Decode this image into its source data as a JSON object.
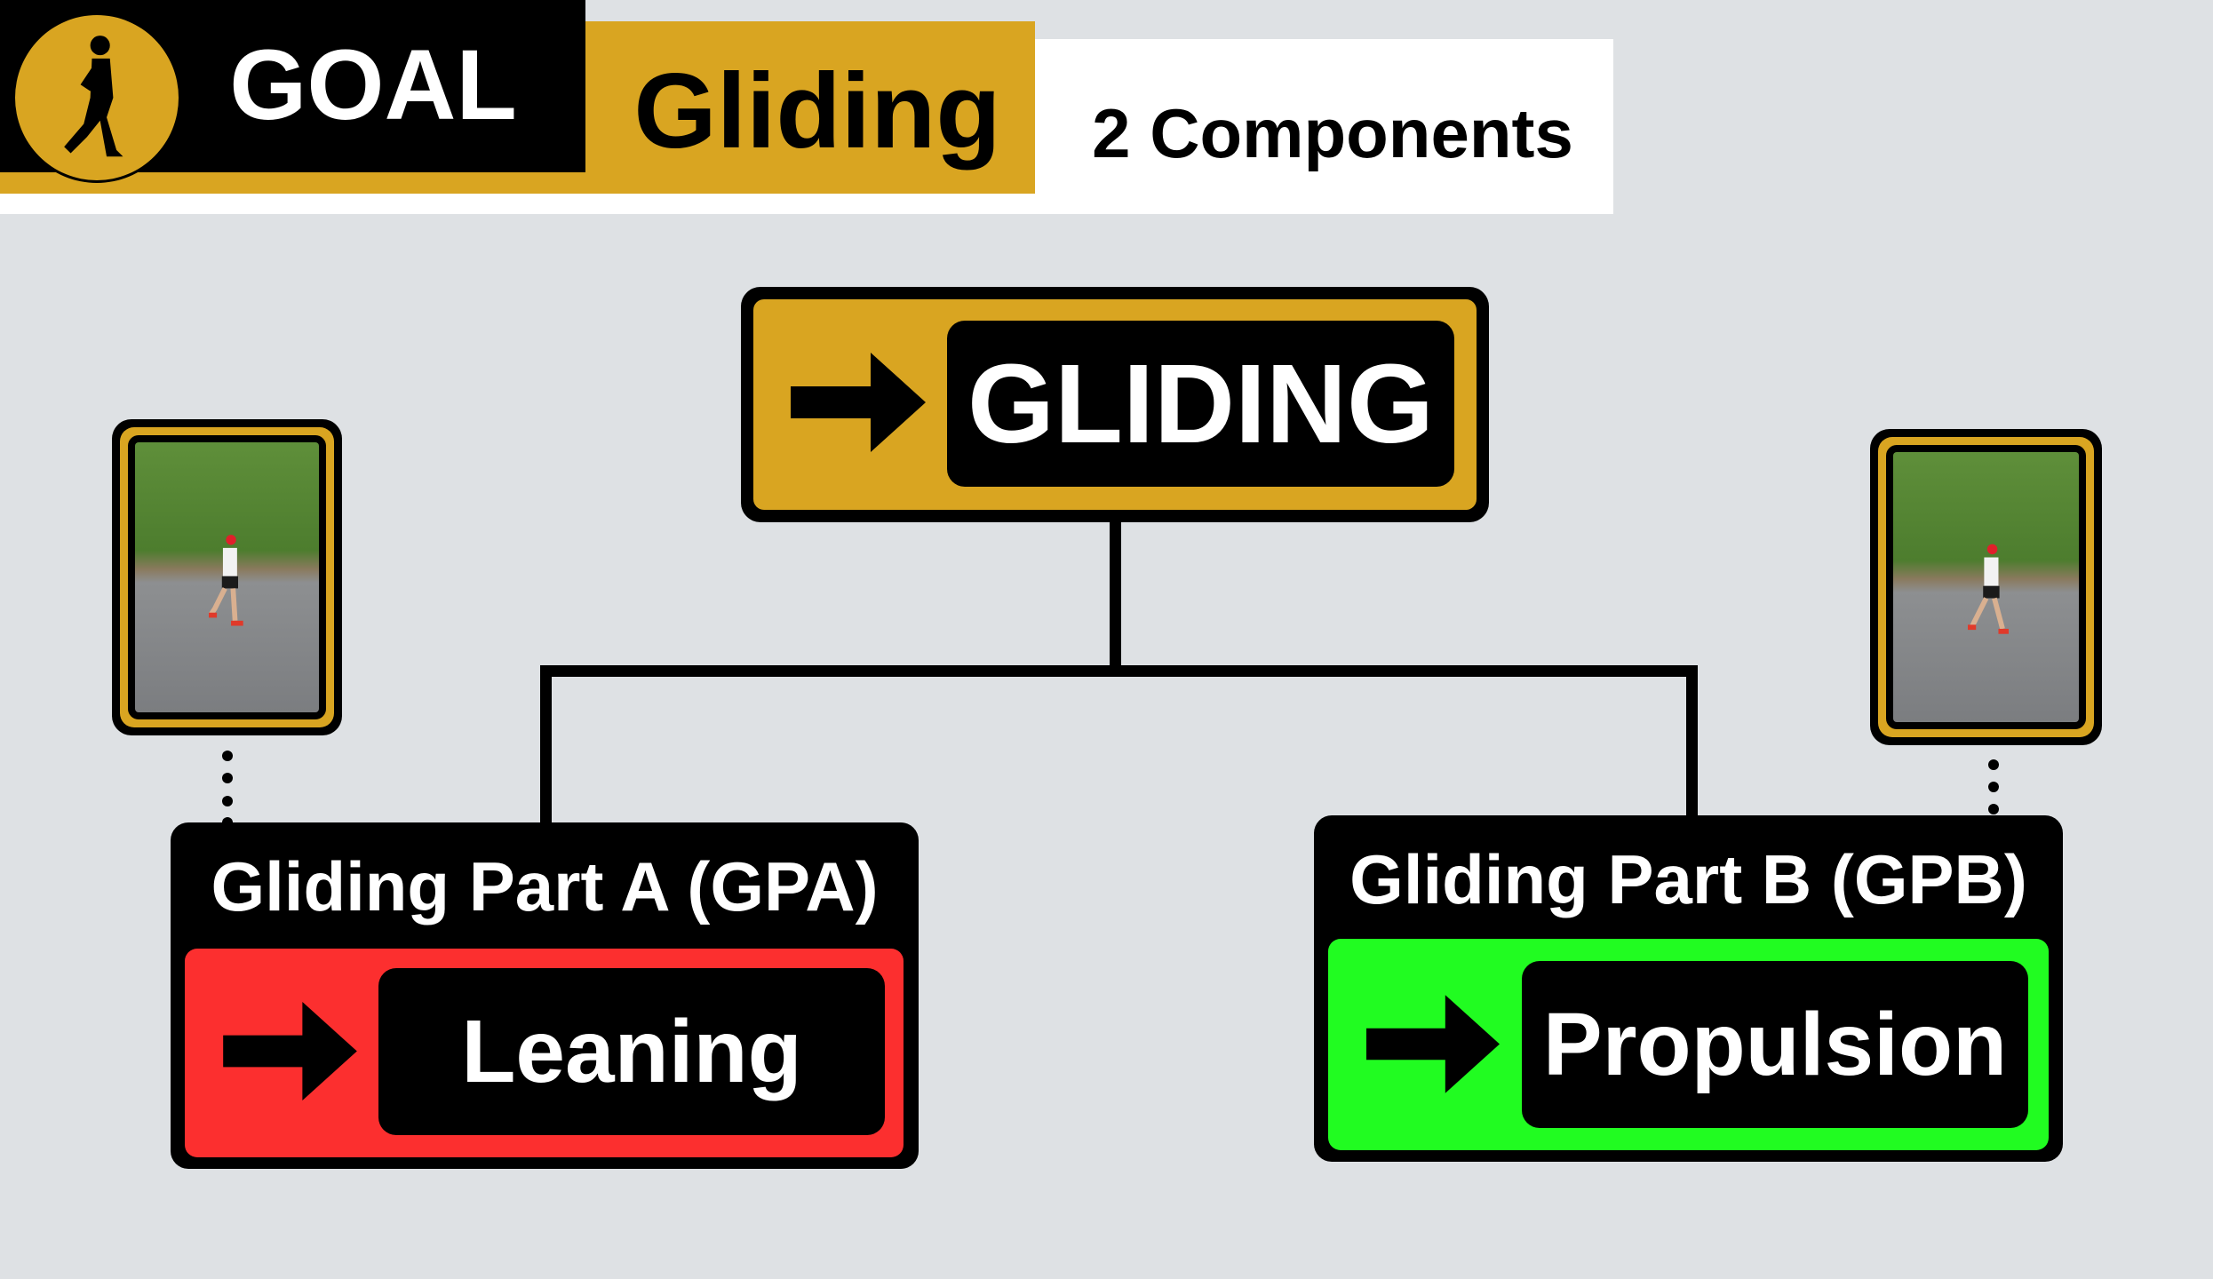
{
  "header": {
    "badge": "GOAL",
    "topic": "Gliding",
    "subtitle": "2 Components",
    "logo_icon": "runner-logo-icon"
  },
  "root": {
    "label": "GLIDING",
    "icon": "arrow-right-icon"
  },
  "children": [
    {
      "title": "Gliding Part A (GPA)",
      "label": "Leaning",
      "color": "#fc2f2f"
    },
    {
      "title": "Gliding Part B (GPB)",
      "label": "Propulsion",
      "color": "#21fc21"
    }
  ],
  "colors": {
    "gold": "#d9a521",
    "background": "#dee1e4",
    "black": "#000000"
  }
}
